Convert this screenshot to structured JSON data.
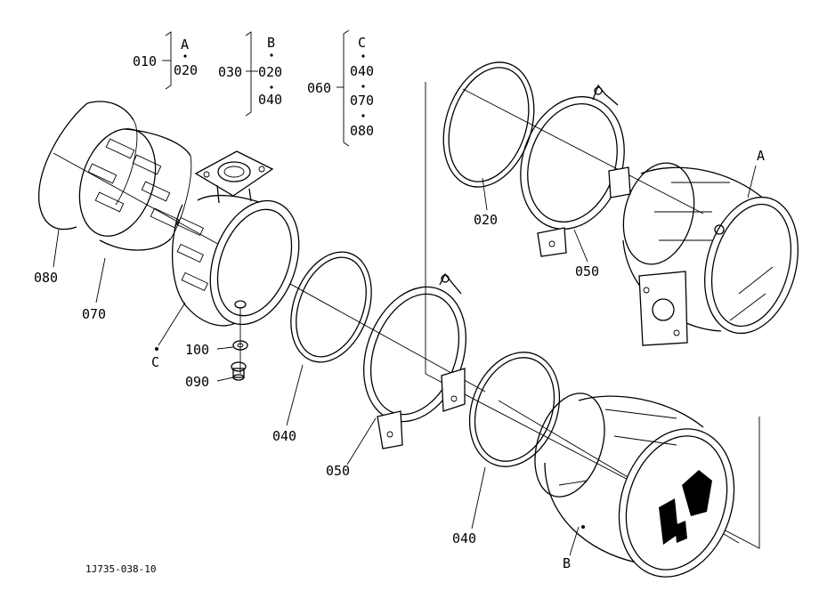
{
  "callouts": {
    "group_010": {
      "number": "010",
      "letter": "A",
      "item": "020"
    },
    "group_030": {
      "number": "030",
      "letter": "B",
      "items": [
        "020",
        "040"
      ]
    },
    "group_060": {
      "number": "060",
      "letter": "C",
      "items": [
        "040",
        "070",
        "080"
      ]
    }
  },
  "parts": {
    "p080": "080",
    "p070": "070",
    "p100": "100",
    "p090": "090",
    "p040_a": "040",
    "p050_a": "050",
    "p040_b": "040",
    "p020": "020",
    "p050_b": "050"
  },
  "assemblies": {
    "c": "C",
    "a": "A",
    "b": "B"
  },
  "footer": {
    "drawing_id": "1J735-038-10"
  }
}
